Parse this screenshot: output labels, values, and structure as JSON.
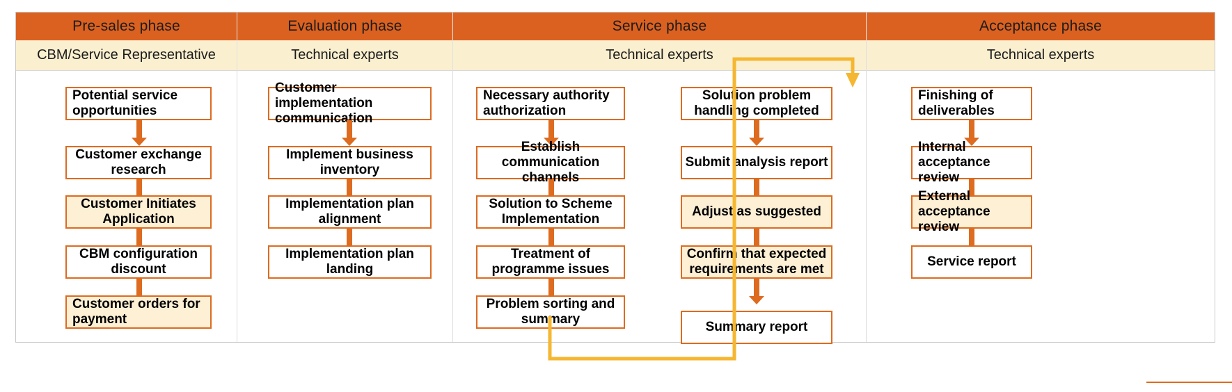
{
  "diagram": {
    "title": "Service delivery process phases",
    "colors": {
      "phase_header_bg": "#db6120",
      "role_header_bg": "#faefcf",
      "box_border": "#dd6b20",
      "box_highlight_bg": "#fdf0d5",
      "arrow": "#dd6b20",
      "feedback_connector": "#f5b731",
      "frame_border": "#c9c9c9"
    },
    "columns": [
      {
        "phase": "Pre-sales phase",
        "role": "CBM/Service Representative",
        "lanes": [
          {
            "steps": [
              {
                "label": "Potential service opportunities",
                "highlight": false,
                "align": "left"
              },
              {
                "label": "Customer exchange research",
                "highlight": false,
                "align": "center"
              },
              {
                "label": "Customer Initiates Application",
                "highlight": true,
                "align": "center"
              },
              {
                "label": "CBM configuration discount",
                "highlight": false,
                "align": "center"
              },
              {
                "label": "Customer orders for payment",
                "highlight": true,
                "align": "left"
              }
            ]
          }
        ]
      },
      {
        "phase": "Evaluation phase",
        "role": "Technical experts",
        "lanes": [
          {
            "steps": [
              {
                "label": "Customer implementation communication",
                "highlight": false,
                "align": "left"
              },
              {
                "label": "Implement business inventory",
                "highlight": false,
                "align": "center"
              },
              {
                "label": "Implementation plan alignment",
                "highlight": false,
                "align": "center"
              },
              {
                "label": "Implementation plan landing",
                "highlight": false,
                "align": "center"
              }
            ]
          }
        ]
      },
      {
        "phase": "Service phase",
        "role": "Technical experts",
        "lanes": [
          {
            "steps": [
              {
                "label": "Necessary authority authorization",
                "highlight": false,
                "align": "left"
              },
              {
                "label": "Establish communication channels",
                "highlight": false,
                "align": "center"
              },
              {
                "label": "Solution to Scheme Implementation",
                "highlight": false,
                "align": "center"
              },
              {
                "label": "Treatment of programme issues",
                "highlight": false,
                "align": "center"
              },
              {
                "label": "Problem sorting and summary",
                "highlight": false,
                "align": "center"
              }
            ]
          },
          {
            "steps": [
              {
                "label": "Solution problem handling completed",
                "highlight": false,
                "align": "center"
              },
              {
                "label": "Submit analysis report",
                "highlight": false,
                "align": "center"
              },
              {
                "label": "Adjust as suggested",
                "highlight": true,
                "align": "center"
              },
              {
                "label": "Confirm that expected requirements are met",
                "highlight": true,
                "align": "center"
              },
              {
                "label": "Summary report",
                "highlight": false,
                "align": "center"
              }
            ]
          }
        ]
      },
      {
        "phase": "Acceptance phase",
        "role": "Technical experts",
        "lanes": [
          {
            "steps": [
              {
                "label": "Finishing of deliverables",
                "highlight": false,
                "align": "left"
              },
              {
                "label": "Internal acceptance review",
                "highlight": false,
                "align": "left"
              },
              {
                "label": "External acceptance review",
                "highlight": true,
                "align": "left"
              },
              {
                "label": "Service report",
                "highlight": false,
                "align": "center"
              }
            ]
          }
        ]
      }
    ],
    "connectors": [
      {
        "name": "feedback-loop",
        "from": "Problem sorting and summary",
        "to": "Solution problem handling completed",
        "color": "#f5b731"
      }
    ]
  }
}
